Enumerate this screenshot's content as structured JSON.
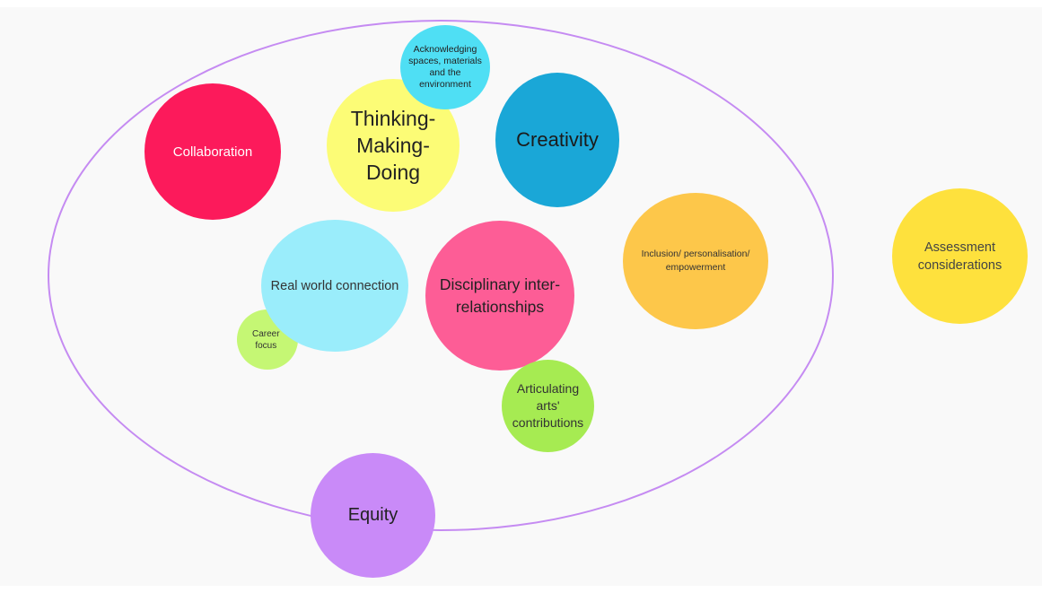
{
  "diagram": {
    "ring_color": "#c58bf2",
    "background": "#f9f9f9",
    "nodes": [
      {
        "id": "collaboration",
        "label": "Collaboration",
        "color": "#fc1a5b",
        "text_color": "#ffffff"
      },
      {
        "id": "thinking-making-doing",
        "label": "Thinking-\nMaking-\nDoing",
        "color": "#fcfc76",
        "text_color": "#222222"
      },
      {
        "id": "acknowledging",
        "label": "Acknowledging\nspaces, materials\nand the\nenvironment",
        "color": "#4fdff4",
        "text_color": "#222222"
      },
      {
        "id": "creativity",
        "label": "Creativity",
        "color": "#1aa7d7",
        "text_color": "#1b1b1b"
      },
      {
        "id": "inclusion",
        "label": "Inclusion/ personalisation/\nempowerment",
        "color": "#fdc74a",
        "text_color": "#333333"
      },
      {
        "id": "assessment",
        "label": "Assessment\nconsiderations",
        "color": "#fee13d",
        "text_color": "#444444"
      },
      {
        "id": "real-world",
        "label": "Real world connection",
        "color": "#9aedfb",
        "text_color": "#333333"
      },
      {
        "id": "career",
        "label": "Career\nfocus",
        "color": "#c5f774",
        "text_color": "#333333"
      },
      {
        "id": "disciplinary",
        "label": "Disciplinary inter-\nrelationships",
        "color": "#fd5d96",
        "text_color": "#222222"
      },
      {
        "id": "articulating",
        "label": "Articulating\narts'\ncontributions",
        "color": "#a6eb52",
        "text_color": "#333333"
      },
      {
        "id": "equity",
        "label": "Equity",
        "color": "#c98af8",
        "text_color": "#222222"
      }
    ]
  }
}
